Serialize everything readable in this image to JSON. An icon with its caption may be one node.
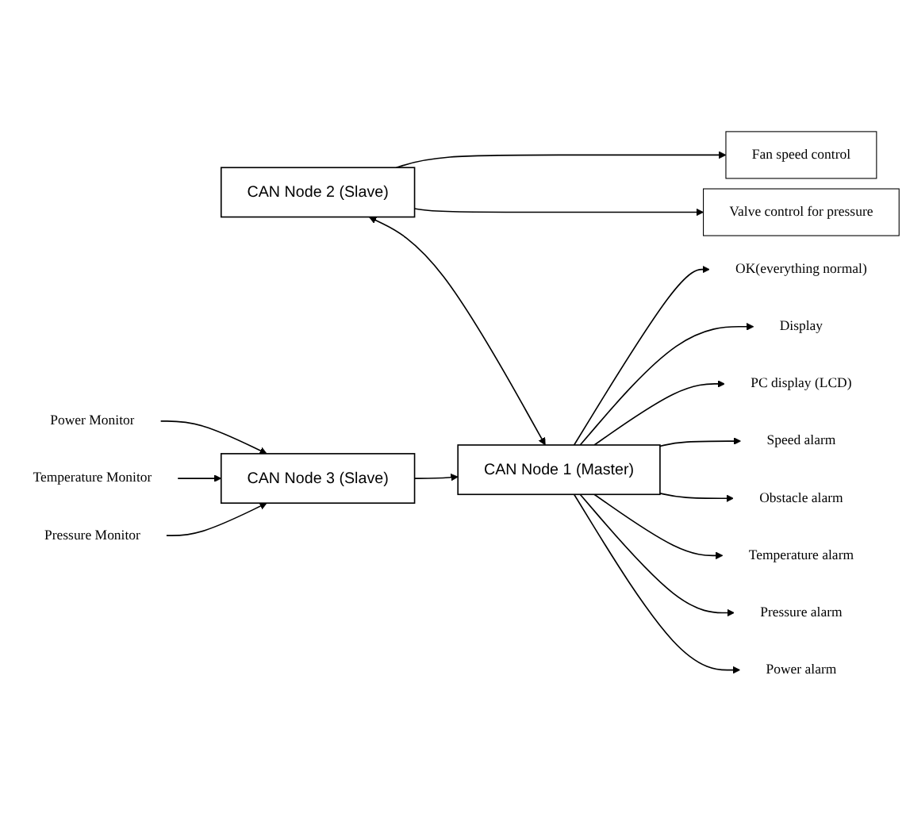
{
  "diagram": {
    "nodes": [
      {
        "text": [
          "CAN Node 2 (Slave)"
        ]
      },
      {
        "text": [
          "Fan speed control"
        ]
      },
      {
        "text": [
          "Valve control for pressure"
        ]
      },
      {
        "text": [
          "CAN Node 1 (Master)"
        ]
      },
      {
        "text": [
          "OK(everything normal)"
        ]
      },
      {
        "text": [
          "Display"
        ]
      },
      {
        "text": [
          "PC display (LCD)"
        ]
      },
      {
        "text": [
          "Speed alarm"
        ]
      },
      {
        "text": [
          "Obstacle alarm"
        ]
      },
      {
        "text": [
          "Temperature alarm"
        ]
      },
      {
        "text": [
          "Pressure alarm"
        ]
      },
      {
        "text": [
          "Power alarm"
        ]
      },
      {
        "text": [
          "CAN Node 3 (Slave)"
        ]
      },
      {
        "text": [
          "Power Monitor"
        ]
      },
      {
        "text": [
          "Temperature Monitor"
        ]
      },
      {
        "text": [
          "Pressure Monitor"
        ]
      }
    ],
    "edges": [
      {
        "from": 0,
        "to": 1,
        "arrow": "to"
      },
      {
        "from": 0,
        "to": 2,
        "arrow": "to"
      },
      {
        "from": 0,
        "to": 3,
        "arrow": "both"
      },
      {
        "from": 3,
        "to": 4,
        "arrow": "to"
      },
      {
        "from": 3,
        "to": 5,
        "arrow": "to"
      },
      {
        "from": 3,
        "to": 6,
        "arrow": "to"
      },
      {
        "from": 3,
        "to": 7,
        "arrow": "to"
      },
      {
        "from": 3,
        "to": 8,
        "arrow": "to"
      },
      {
        "from": 3,
        "to": 9,
        "arrow": "to"
      },
      {
        "from": 3,
        "to": 10,
        "arrow": "to"
      },
      {
        "from": 3,
        "to": 11,
        "arrow": "to"
      },
      {
        "from": 12,
        "to": 3,
        "arrow": "to"
      },
      {
        "from": 13,
        "to": 12,
        "arrow": "to"
      },
      {
        "from": 14,
        "to": 12,
        "arrow": "to"
      },
      {
        "from": 15,
        "to": 12,
        "arrow": "to"
      }
    ]
  }
}
